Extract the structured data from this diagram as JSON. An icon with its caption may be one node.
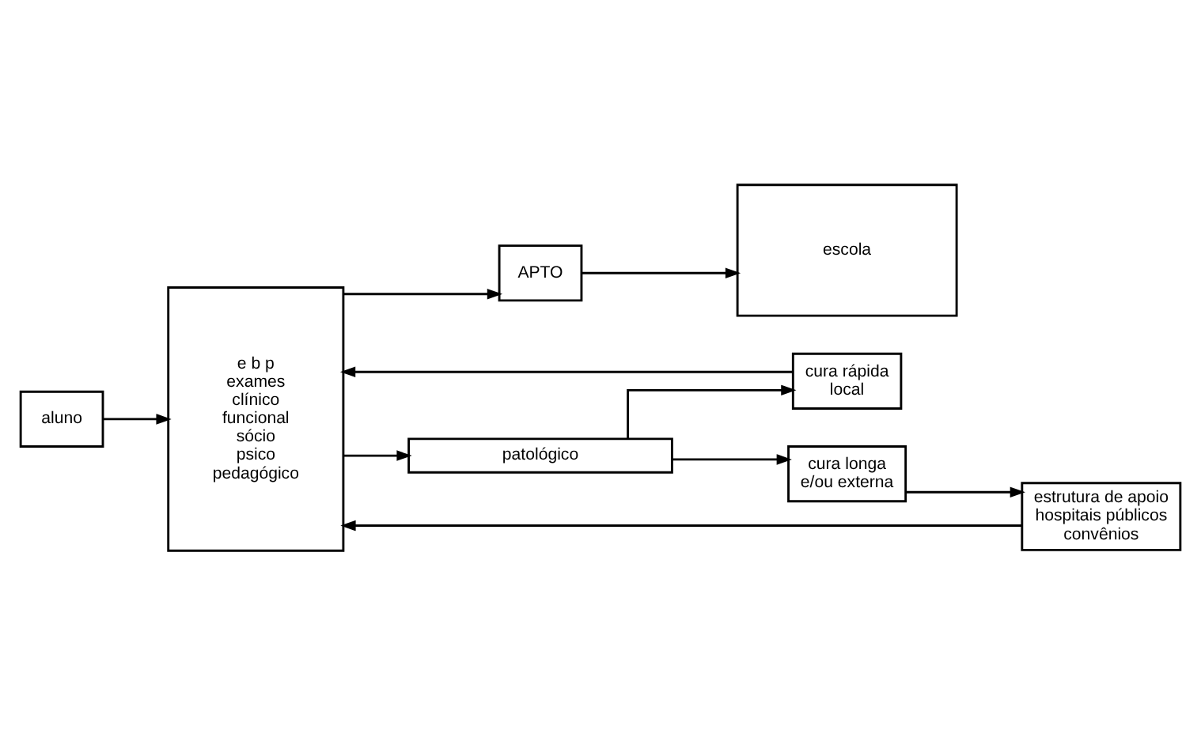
{
  "diagram": {
    "nodes": [
      {
        "text": [
          "aluno"
        ]
      },
      {
        "text": [
          "e b p",
          "exames",
          "clínico",
          "funcional",
          "sócio",
          "psico",
          "pedagógico"
        ]
      },
      {
        "text": [
          "escola"
        ]
      },
      {
        "text": [
          "APTO"
        ]
      },
      {
        "text": [
          "patológico"
        ]
      },
      {
        "text": [
          "cura rápida local"
        ]
      },
      {
        "text": [
          "cura longa e/ou externa"
        ]
      },
      {
        "text": [
          "estrutura de apoio hospitais públicos convênios"
        ]
      }
    ],
    "edges": [
      {
        "from": 0,
        "to": 1,
        "arrow": "to"
      },
      {
        "from": 1,
        "to": 3,
        "arrow": "to"
      },
      {
        "from": 3,
        "to": 2,
        "arrow": "to"
      },
      {
        "from": 1,
        "to": 4,
        "arrow": "to"
      },
      {
        "from": 4,
        "to": 5,
        "arrow": "to"
      },
      {
        "from": 4,
        "to": 6,
        "arrow": "to"
      },
      {
        "from": 5,
        "to": 1,
        "arrow": "to"
      },
      {
        "from": 6,
        "to": 7,
        "arrow": "to"
      },
      {
        "from": 7,
        "to": 1,
        "arrow": "to"
      }
    ]
  }
}
